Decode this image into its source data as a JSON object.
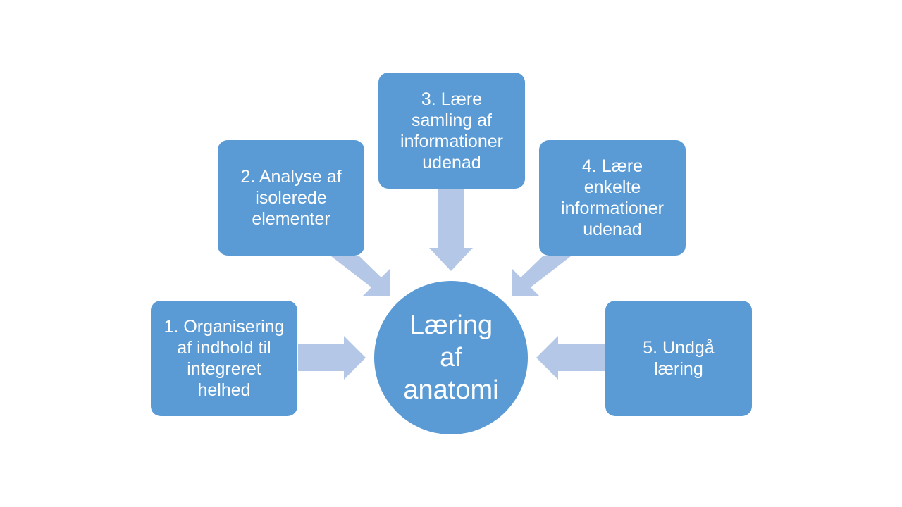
{
  "diagram": {
    "type": "radial-convergence",
    "center": {
      "label": "Læring\naf\nanatomi"
    },
    "nodes": [
      {
        "id": 1,
        "label": "1. Organisering\naf indhold til\nintegreret\nhelhed"
      },
      {
        "id": 2,
        "label": "2. Analyse af\nisolerede\nelementer"
      },
      {
        "id": 3,
        "label": "3. Lære\nsamling af\ninformationer\nudenad"
      },
      {
        "id": 4,
        "label": "4. Lære\nenkelte\ninformationer\nudenad"
      },
      {
        "id": 5,
        "label": "5. Undgå\nlæring"
      }
    ],
    "edges": [
      {
        "from": 1,
        "to": "center"
      },
      {
        "from": 2,
        "to": "center"
      },
      {
        "from": 3,
        "to": "center"
      },
      {
        "from": 4,
        "to": "center"
      },
      {
        "from": 5,
        "to": "center"
      }
    ],
    "colors": {
      "node_fill": "#5b9bd5",
      "arrow_fill": "#b4c7e7",
      "text": "#ffffff",
      "background": "#ffffff"
    }
  }
}
